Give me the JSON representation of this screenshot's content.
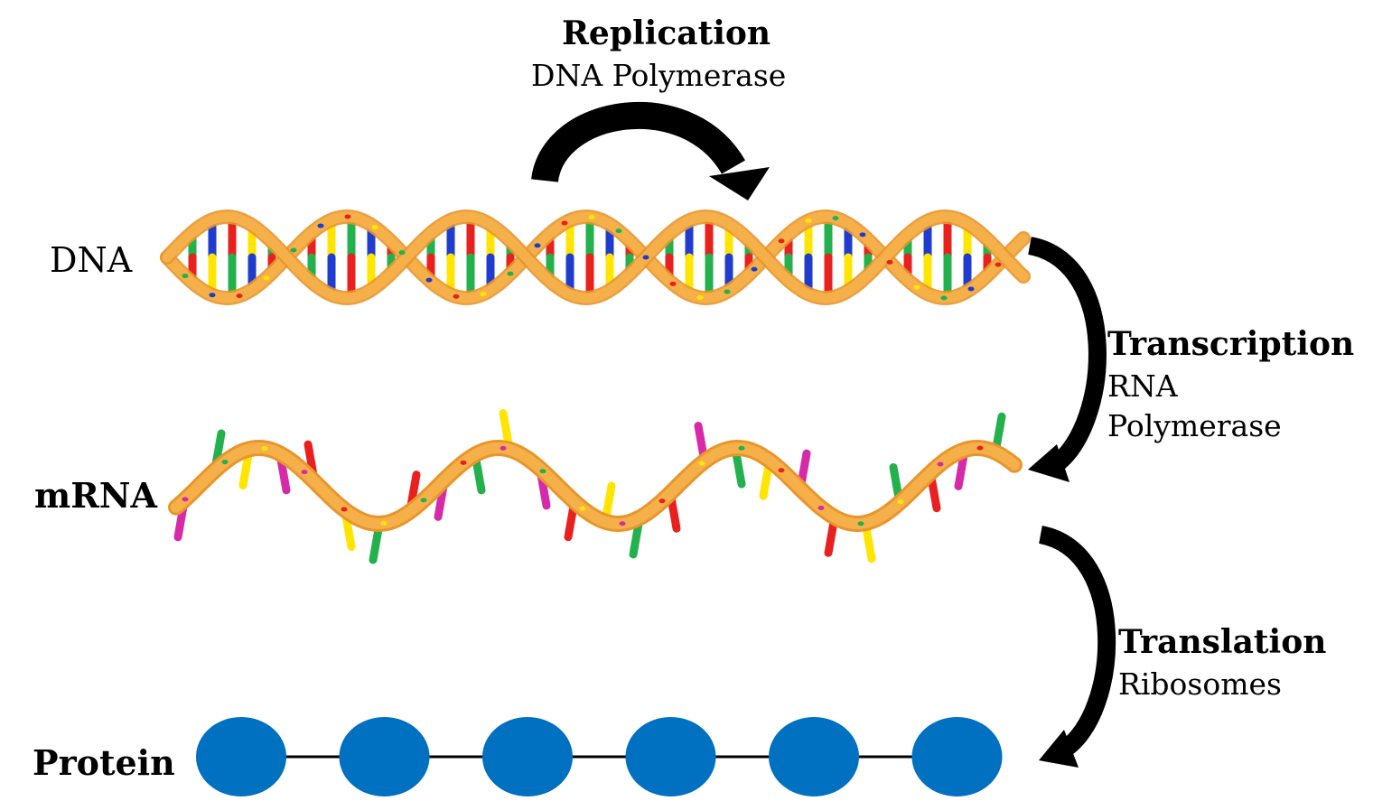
{
  "rows": {
    "dna": "DNA",
    "mrna": "mRNA",
    "protein": "Protein"
  },
  "processes": {
    "replication": {
      "title": "Replication",
      "enzyme": "DNA Polymerase"
    },
    "transcription": {
      "title": "Transcription",
      "enzyme_line1": "RNA",
      "enzyme_line2": "Polymerase"
    },
    "translation": {
      "title": "Translation",
      "enzyme": "Ribosomes"
    }
  },
  "colors": {
    "backbone": "#f6b04a",
    "backbone_dark": "#e8962c",
    "base_green": "#22b14c",
    "base_blue": "#1f3ccf",
    "base_yellow": "#ffe500",
    "base_red": "#e8201e",
    "base_magenta": "#d62aa8",
    "protein_bead": "#0070c0",
    "arrow": "#000000"
  },
  "protein": {
    "bead_count": 6
  },
  "icons": {
    "replication_arrow": "curved-arrow-icon",
    "transcription_arrow": "curved-arrow-icon",
    "translation_arrow": "curved-arrow-icon"
  }
}
